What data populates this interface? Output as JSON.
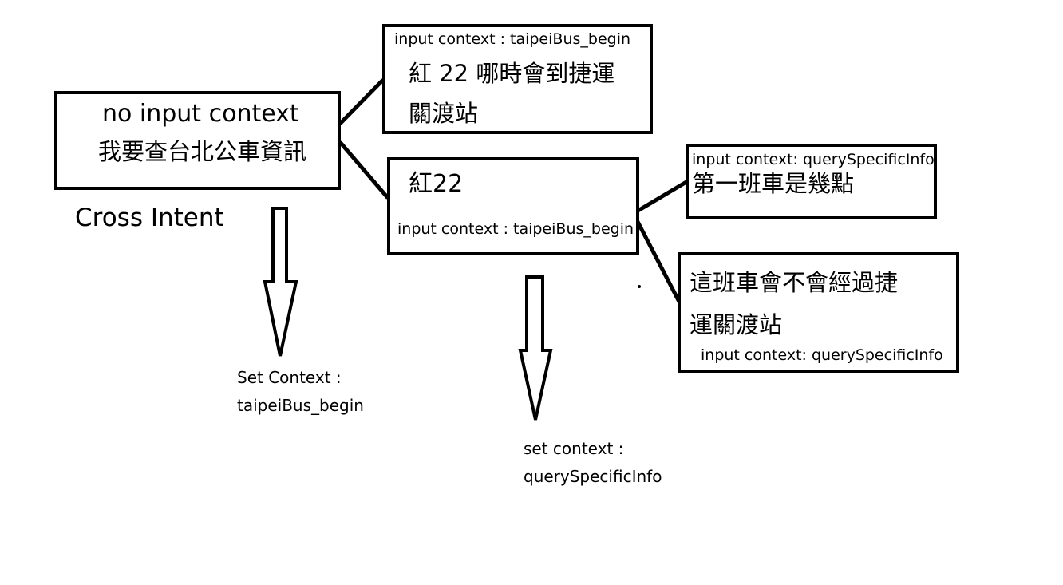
{
  "root_box": {
    "context": "no input context",
    "utterance": "我要查台北公車資訊"
  },
  "root_label": "Cross Intent",
  "root_arrow_text": {
    "line1": "Set Context :",
    "line2": "taipeiBus_begin"
  },
  "top_box": {
    "context": "input context : taipeiBus_begin",
    "utterance_line1": "紅 22 哪時會到捷運",
    "utterance_line2": "關渡站"
  },
  "middle_box": {
    "utterance": "紅22",
    "context": "input context : taipeiBus_begin"
  },
  "middle_arrow_text": {
    "line1": "set context :",
    "line2": "querySpecificInfo"
  },
  "first_bus_box": {
    "context": "input context: querySpecificInfo",
    "utterance": "第一班車是幾點"
  },
  "pass_station_box": {
    "utterance_line1": "這班車會不會經過捷",
    "utterance_line2": "運關渡站",
    "context": "input context: querySpecificInfo"
  },
  "colors": {
    "stroke": "#000000",
    "background": "#ffffff"
  }
}
